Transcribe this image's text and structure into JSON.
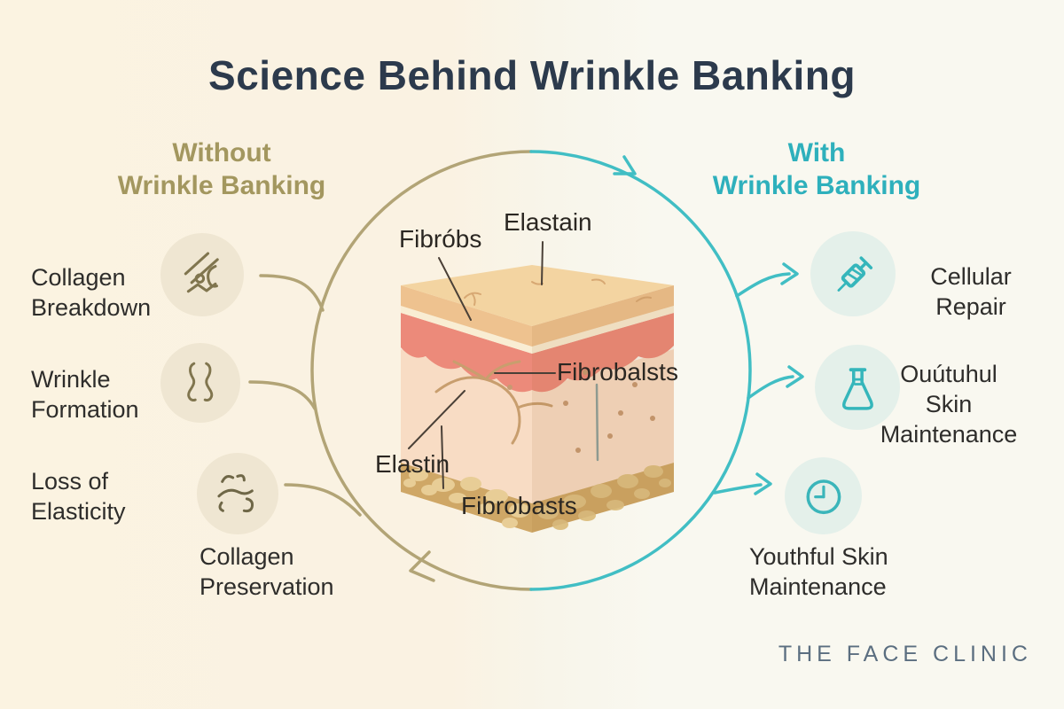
{
  "title": "Science Behind Wrinkle Banking",
  "brand": "THE FACE CLINIC",
  "colors": {
    "gold_text": "#a3975f",
    "teal_text": "#2eb0bc",
    "gold_line": "#b2a476",
    "teal_line": "#41bec4",
    "title_text": "#2c3a4c",
    "body_text": "#2e2d2b",
    "background_left": "#faf2e2",
    "background_right": "#f9f8f0"
  },
  "left_column": {
    "heading": [
      "Without",
      "Wrinkle Banking"
    ],
    "items": [
      {
        "icon": "collagen-breakdown-icon",
        "lines": [
          "Collagen",
          "Breakdown"
        ]
      },
      {
        "icon": "wrinkle-formation-icon",
        "lines": [
          "Wrinkle",
          "Formation"
        ]
      },
      {
        "icon": "loss-of-elasticity-icon",
        "lines": [
          "Loss of",
          "Elasticity"
        ]
      }
    ],
    "footer": [
      "Collagen",
      "Preservation"
    ]
  },
  "right_column": {
    "heading": [
      "With",
      "Wrinkle Banking"
    ],
    "items": [
      {
        "icon": "syringe-icon",
        "lines": [
          "Cellular",
          "Repair"
        ]
      },
      {
        "icon": "flask-icon",
        "lines": [
          "Ouútuhul",
          "Skin",
          "Maintenance"
        ]
      },
      {
        "icon": "clock-icon",
        "lines": [
          "Youthful Skin",
          "Maintenance"
        ]
      }
    ]
  },
  "diagram": {
    "labels": {
      "fibrobs": "Fibróbs",
      "elastain": "Elastain",
      "fibrobalsts": "Fibrobalsts",
      "elastin": "Elastin",
      "fibrobasts": "Fibrobasts"
    }
  }
}
